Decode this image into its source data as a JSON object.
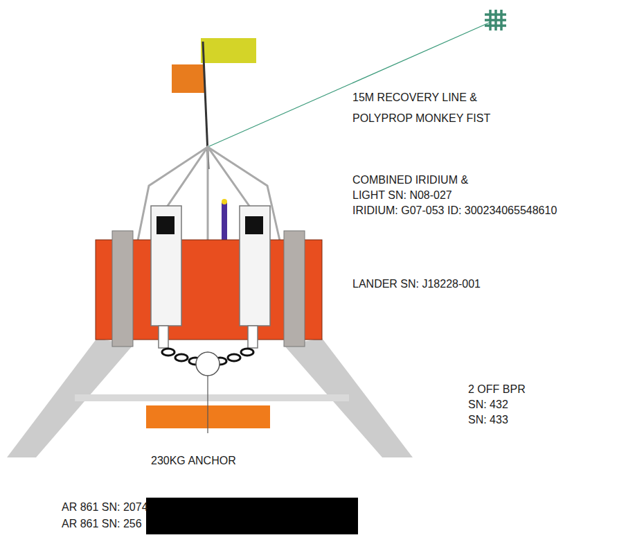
{
  "diagram": {
    "labels": [
      "15M RECOVERY LINE &",
      "POLYPROP MONKEY FIST",
      "COMBINED IRIDIUM &",
      "LIGHT SN: N08-027",
      "IRIDIUM: G07-053 ID: 300234065548610",
      "LANDER SN: J18228-001",
      "2 OFF BPR",
      "SN: 432",
      "SN: 433",
      "230KG ANCHOR",
      "AR 861 SN: 2074",
      "AR 861 SN: 256"
    ]
  }
}
